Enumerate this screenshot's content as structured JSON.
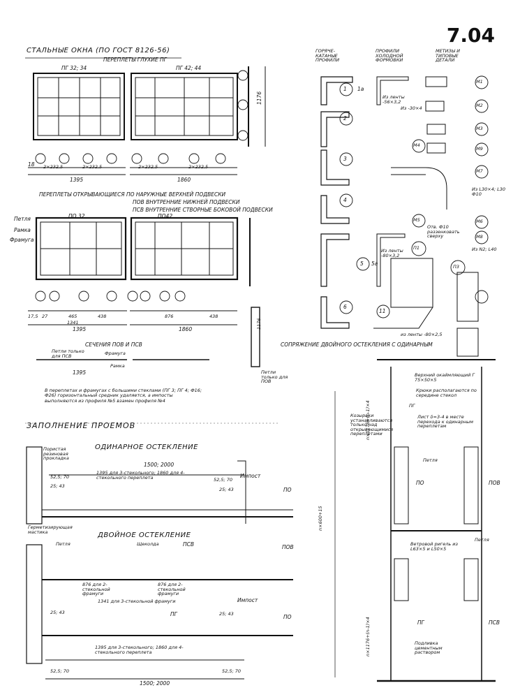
{
  "sheet_number": "7.04",
  "headings": {
    "steel_windows": "СТАЛЬНЫЕ ОКНА (ПО ГОСТ 8126-56)",
    "fixed_frames": "ПЕРЕПЛЕТЫ ГЛУХИЕ ПГ",
    "opening_frames_line1": "ПЕРЕПЛЕТЫ ОТКРЫВАЮЩИЕСЯ ПО НАРУЖНЫЕ ВЕРХНЕЙ ПОДВЕСКИ",
    "opening_frames_line2": "ПОВ ВНУТРЕННИЕ НИЖНЕЙ ПОДВЕСКИ",
    "opening_frames_line3": "ПСВ ВНУТРЕННИЕ СТВОРНЫЕ БОКОВОЙ ПОДВЕСКИ",
    "sections": "СЕЧЕНИЯ ПОВ И ПСВ",
    "opening_filling": "ЗАПОЛНЕНИЕ ПРОЕМОВ",
    "single_glazing": "ОДИНАРНОЕ ОСТЕКЛЕНИЕ",
    "double_glazing": "ДВОЙНОЕ ОСТЕКЛЕНИЕ",
    "hot_rolled": "ГОРЯЧЕ-КАТАНЫЕ ПРОФИЛИ",
    "cold_formed": "ПРОФИЛИ ХОЛОДНОЙ ФОРМОВКИ",
    "hardware": "МЕТИЗЫ И ТИПОВЫЕ ДЕТАЛИ",
    "junction": "СОПРЯЖЕНИЕ ДВОЙНОГО ОСТЕКЛЕНИЯ С ОДИНАРНЫМ"
  },
  "frame_labels": {
    "pg3234": "ПГ 32; 34",
    "pg4244": "ПГ 42; 44",
    "po32": "ПО 32",
    "po42": "ПО42",
    "petlya": "Петля",
    "ramka": "Рамка",
    "framuga": "Фрамуга",
    "petli_psv": "Петли только для ПСВ",
    "petli_pov": "Петли только для ПОВ"
  },
  "dimensions": {
    "w1395": "1395",
    "w1860": "1860",
    "d18": "18",
    "d2x2325": "2×232,5",
    "d1176": "1176",
    "d1341": "1341",
    "d465": "465",
    "d438": "438",
    "d876": "876",
    "d27": "27",
    "d175": "17,5",
    "d1500": "1500; 2000",
    "d525": "52,5; 70",
    "d2543": "25; 43",
    "d1395g": "1395 для 3-стекольного; 1860 для 4-стекольного переплета",
    "d1341f": "1341 для 3-стекольной фрамуги",
    "d876f": "876 для 2-стекольной фрамуги",
    "nx600": "n×600+15",
    "nx1176": "n×1176+(n-1)×4"
  },
  "note": "В переплетах и фрамугах с большими стеклами (ПГ 3; ПГ 4; Ф16; Ф26) горизонтальный средник удаляется, а импосты выполняются из профиля №5 взамен профиля №4",
  "profile_numbers": [
    "1",
    "1а",
    "2",
    "3",
    "4",
    "5",
    "5а",
    "6",
    "11"
  ],
  "hardware_marks": [
    "М1",
    "М2",
    "М3",
    "М9",
    "М7",
    "М4",
    "М5",
    "М6",
    "М8",
    "П1",
    "П3"
  ],
  "hardware_notes": {
    "m7": "Из L30×4; L30 Ф10",
    "m8": "Из N2; L40",
    "p1": "Отв. Ф10 раззенковать сверху",
    "strip_56": "Из ленты -56×3,2",
    "strip_30": "Из -30×4",
    "strip_80": "Из ленты -80×3,2",
    "strip_80b": "из ленты -80×2,5"
  },
  "glazing_labels": {
    "porous": "Пористая резиновая прокладка",
    "sealant": "Герметизирующая мастика",
    "impost": "Импост",
    "shchekolda": "Щеколда",
    "po": "ПО",
    "pov": "ПОВ",
    "pg": "ПГ",
    "psv": "ПСВ",
    "petlya": "Петля"
  },
  "junction_labels": {
    "top_angle": "Верхний окаймляющий Г 75×50×5",
    "hooks": "Крюки располагаются по середине стекол",
    "visors": "Козырьки устанавливаются только над открывающимися переплетами",
    "sheet": "Лист δ=3-4 в месте перехода к одинарным переплетам",
    "wind_bar": "Ветровой ригель из L63×5 и L50×5",
    "cement": "Подливка цементным раствором",
    "petlya": "Петля"
  },
  "colors": {
    "ink": "#111111",
    "paper": "#ffffff"
  }
}
